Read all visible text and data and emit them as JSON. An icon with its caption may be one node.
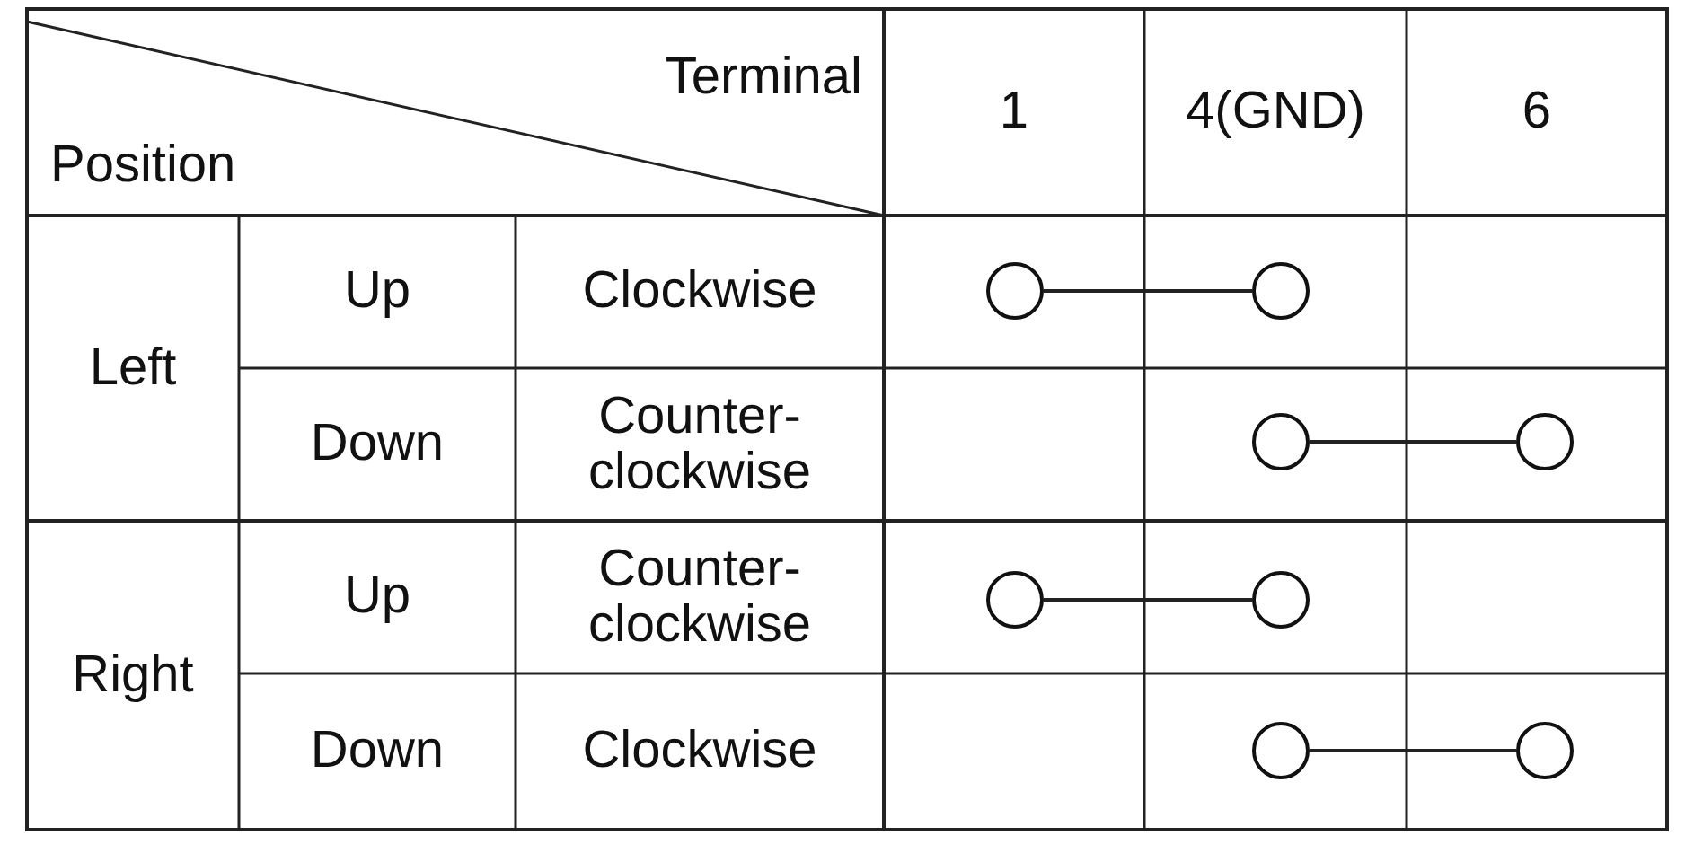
{
  "diagram": {
    "nodes": [
      {
        "text": [],
        "shape": "circle"
      },
      {
        "text": [],
        "shape": "circle"
      },
      {
        "text": [],
        "shape": "circle"
      },
      {
        "text": [],
        "shape": "circle"
      },
      {
        "text": [],
        "shape": "circle"
      },
      {
        "text": [],
        "shape": "circle"
      },
      {
        "text": [],
        "shape": "circle"
      },
      {
        "text": [],
        "shape": "circle"
      }
    ],
    "edges": [
      {
        "from": 0,
        "to": 1,
        "arrow": "none"
      },
      {
        "from": 2,
        "to": 3,
        "arrow": "none"
      },
      {
        "from": 4,
        "to": 5,
        "arrow": "none"
      },
      {
        "from": 6,
        "to": 7,
        "arrow": "none"
      }
    ],
    "labels": [
      "Terminal",
      "Position",
      "1",
      "4(GND)",
      "6",
      "Left",
      "Up",
      "Clockwise",
      "Down",
      "Counter- clockwise",
      "Right",
      "Up",
      "Counter- clockwise",
      "Down",
      "Clockwise"
    ]
  }
}
